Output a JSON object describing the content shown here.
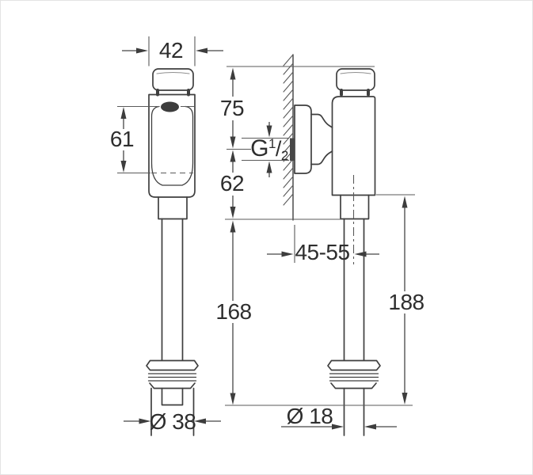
{
  "drawing": {
    "title": "flush-valve-dimension-drawing",
    "views": {
      "left": "front-view",
      "right": "side-view-wall-mounted"
    },
    "dimensions": {
      "cap_width": "42",
      "housing_height": "61",
      "top_to_inlet_axis": "75",
      "inlet_axis_to_housing_bottom": "62",
      "wall_to_pipe_axis_range": "45-55",
      "front_flush_pipe_length": "168",
      "side_overall_pipe_length": "188",
      "outer_tube_diameter": "Ø 38",
      "flush_pipe_diameter": "Ø 18",
      "inlet_thread": {
        "prefix": "G",
        "numerator": "1",
        "separator": "/",
        "denominator": "2"
      }
    },
    "icons": {
      "logo": "grohe-logo"
    },
    "colors": {
      "outline": "#3f3f3f",
      "dimension_line": "#4a4a4a",
      "text": "#2e2e2e",
      "background": "#ffffff"
    }
  }
}
